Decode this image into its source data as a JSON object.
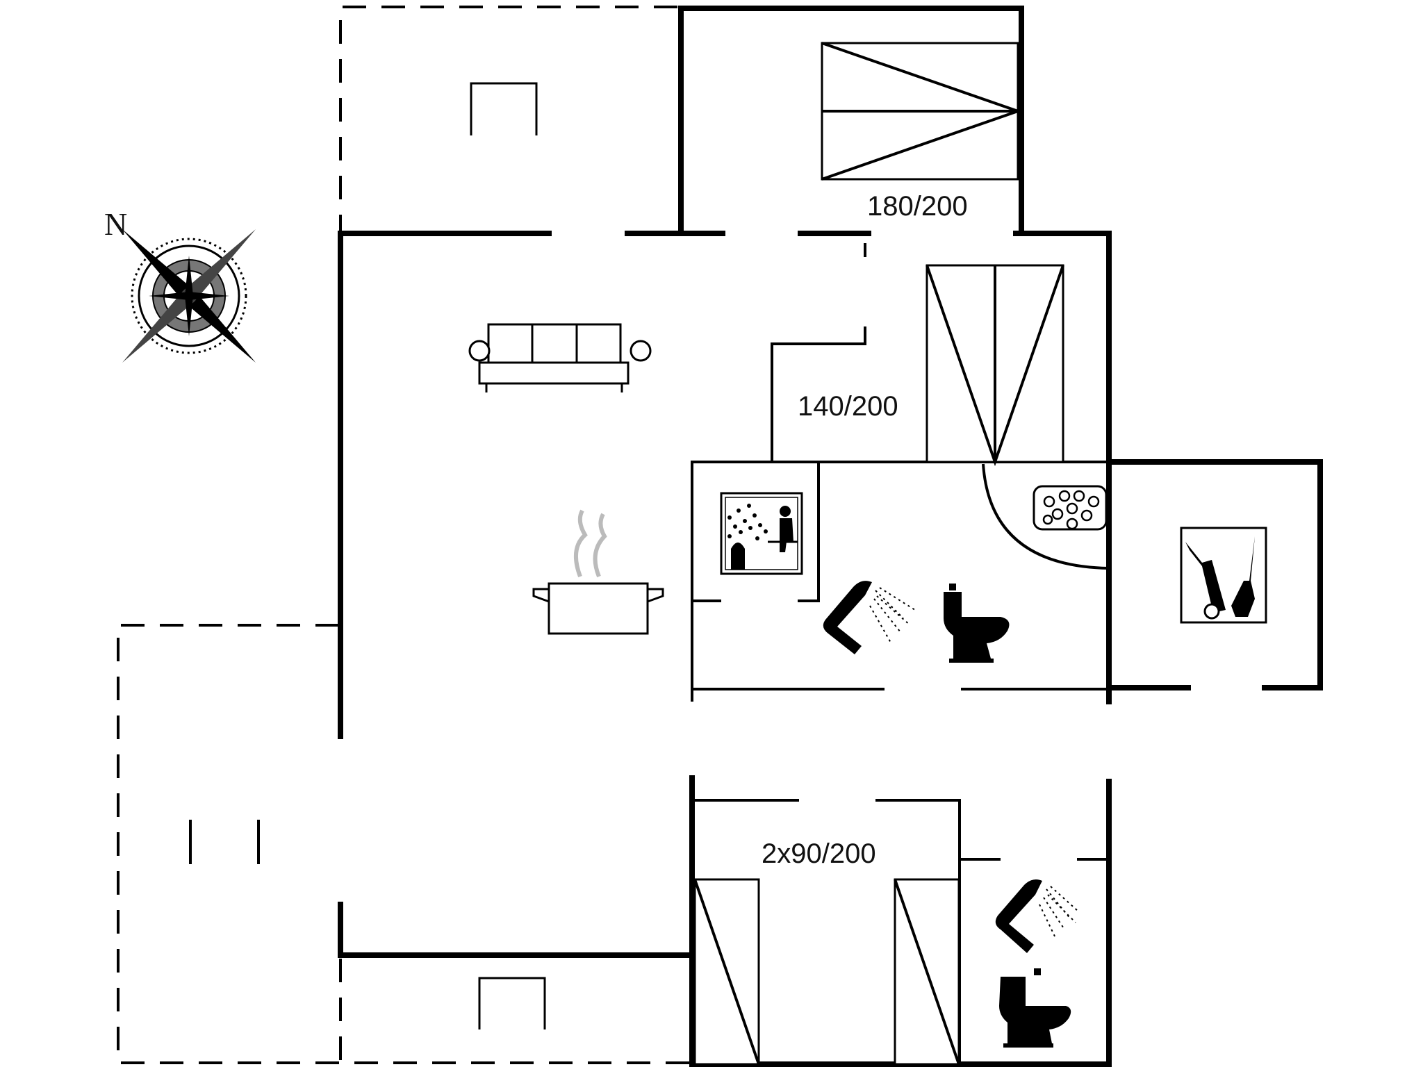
{
  "compass": {
    "north_label": "N"
  },
  "bed_labels": {
    "master": "180/200",
    "double": "140/200",
    "twin": "2x90/200"
  },
  "icons": [
    "compass-rose-icon",
    "sofa-icon",
    "cooking-pot-icon",
    "sauna-icon",
    "whirlpool-icon",
    "shower-icon",
    "toilet-icon",
    "utility-tools-icon",
    "fireplace-icon"
  ],
  "colors": {
    "line": "#000000",
    "steam": "#bbbbbb",
    "background": "#ffffff"
  }
}
